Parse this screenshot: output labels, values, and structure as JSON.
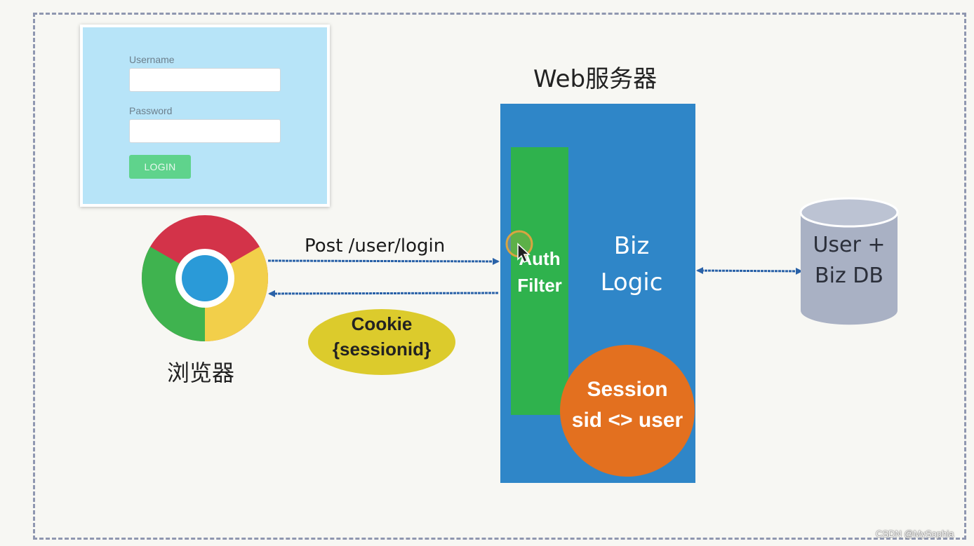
{
  "login_form": {
    "username_label": "Username",
    "password_label": "Password",
    "login_button": "LOGIN"
  },
  "browser": {
    "label": "浏览器",
    "icon": "chrome-icon"
  },
  "request": {
    "label": "Post /user/login"
  },
  "cookie": {
    "line1": "Cookie",
    "line2": "{sessionid}"
  },
  "server": {
    "title": "Web服务器",
    "auth_filter": [
      "Auth",
      "Filter"
    ],
    "biz_logic": [
      "Biz",
      "Logic"
    ],
    "session": [
      "Session",
      "sid <> user"
    ]
  },
  "database": {
    "label": [
      "User +",
      "Biz DB"
    ],
    "icon": "database-icon"
  },
  "watermark": "CSDN @MySophia",
  "colors": {
    "server_blue": "#2f86c8",
    "filter_green": "#2fb24d",
    "session_orange": "#e3701f",
    "cookie_yellow": "#dccb2c",
    "db_gray": "#a9b1c4",
    "arrow_blue": "#2a62a8"
  }
}
